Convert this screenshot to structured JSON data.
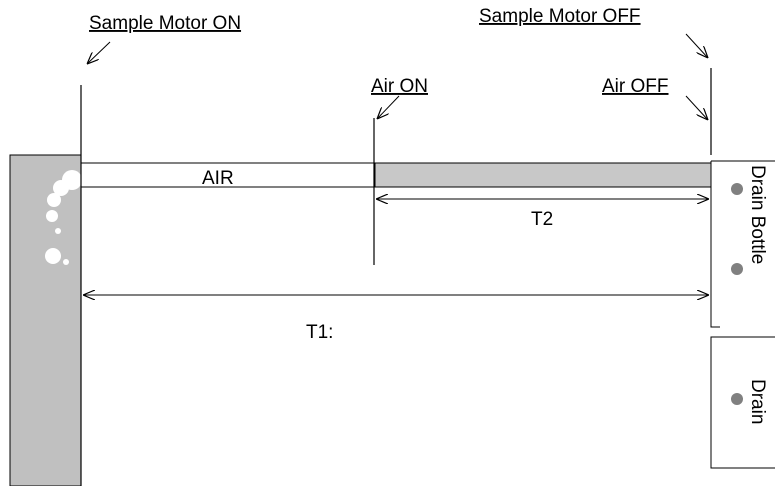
{
  "labels": {
    "sample_motor_on": "Sample Motor ON",
    "sample_motor_off": "Sample Motor OFF",
    "air_on": "Air ON",
    "air_off": "Air OFF",
    "air": "AIR",
    "t2": "T2",
    "t1": "T1:",
    "drain_bottle": "Drain Bottle",
    "drain": "Drain"
  },
  "colors": {
    "column_fill": "#c0c0c0",
    "air_bar_fill": "#c8c8c8",
    "bubble_fill": "#ffffff",
    "drain_dot_fill": "#808080",
    "line": "#000000"
  }
}
